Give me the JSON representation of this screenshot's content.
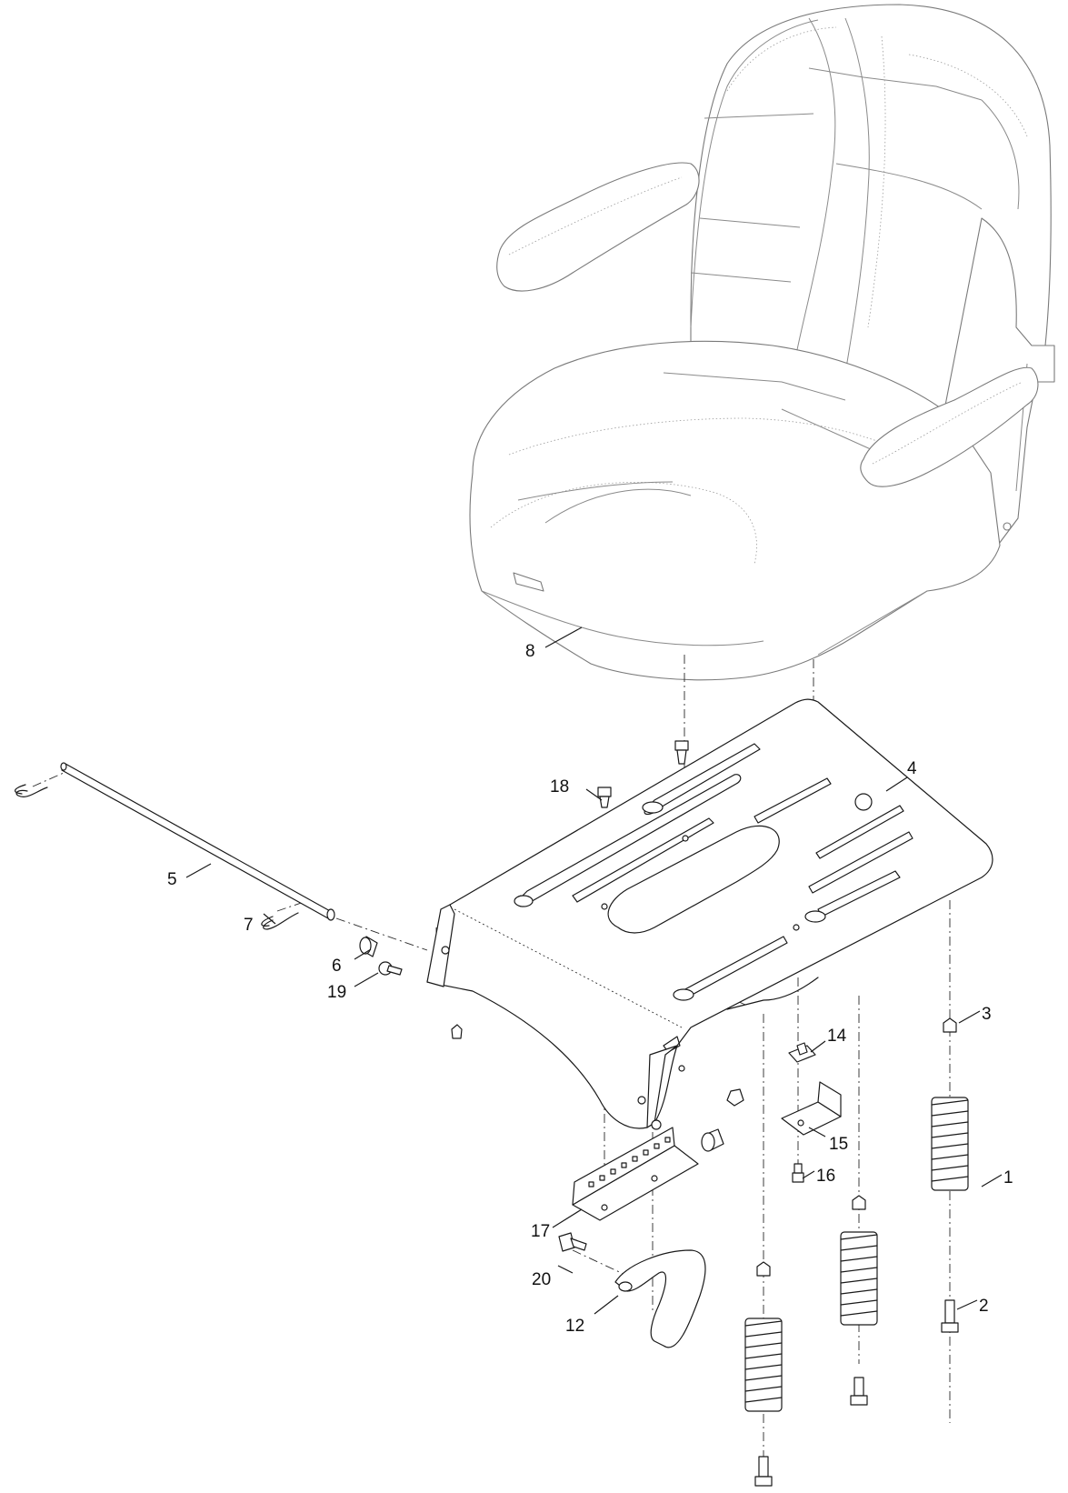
{
  "diagram": {
    "callouts": [
      {
        "id": "c1",
        "label": "1"
      },
      {
        "id": "c2",
        "label": "2"
      },
      {
        "id": "c3",
        "label": "3"
      },
      {
        "id": "c4",
        "label": "4"
      },
      {
        "id": "c5",
        "label": "5"
      },
      {
        "id": "c6",
        "label": "6"
      },
      {
        "id": "c7",
        "label": "7"
      },
      {
        "id": "c8",
        "label": "8"
      },
      {
        "id": "c12",
        "label": "12"
      },
      {
        "id": "c14",
        "label": "14"
      },
      {
        "id": "c15",
        "label": "15"
      },
      {
        "id": "c16",
        "label": "16"
      },
      {
        "id": "c17",
        "label": "17"
      },
      {
        "id": "c18",
        "label": "18"
      },
      {
        "id": "c19",
        "label": "19"
      },
      {
        "id": "c20",
        "label": "20"
      }
    ]
  }
}
